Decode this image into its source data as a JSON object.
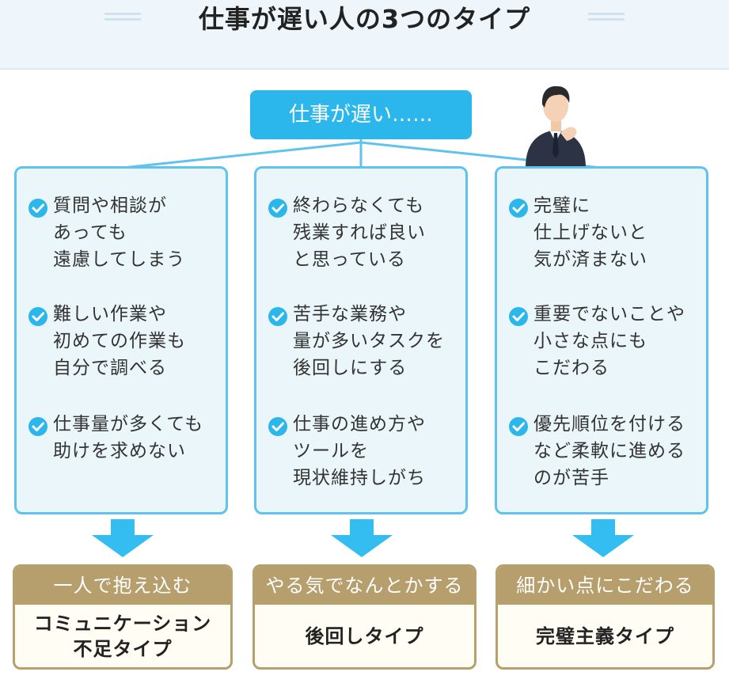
{
  "title": "仕事が遅い人の3つのタイプ",
  "root_label": "仕事が遅い……",
  "icons": {
    "check": "check-circle-icon",
    "person": "thinking-businessman-illustration"
  },
  "colors": {
    "accent": "#2bb7ec",
    "panel_border": "#5fc3ee",
    "panel_bg": "#eaf6fa",
    "gold": "#b69f6c"
  },
  "columns": [
    {
      "items": [
        "質問や相談が\nあっても\n遠慮してしまう",
        "難しい作業や\n初めての作業も\n自分で調べる",
        "仕事量が多くても\n助けを求めない"
      ],
      "result_header": "一人で抱え込む",
      "result_type": "コミュニケーション\n不足タイプ"
    },
    {
      "items": [
        "終わらなくても\n残業すれば良い\nと思っている",
        "苦手な業務や\n量が多いタスクを\n後回しにする",
        "仕事の進め方や\nツールを\n現状維持しがち"
      ],
      "result_header": "やる気でなんとかする",
      "result_type": "後回しタイプ"
    },
    {
      "items": [
        "完璧に\n仕上げないと\n気が済まない",
        "重要でないことや\n小さな点にも\nこだわる",
        "優先順位を付ける\nなど柔軟に進める\nのが苦手"
      ],
      "result_header": "細かい点にこだわる",
      "result_type": "完璧主義タイプ"
    }
  ]
}
